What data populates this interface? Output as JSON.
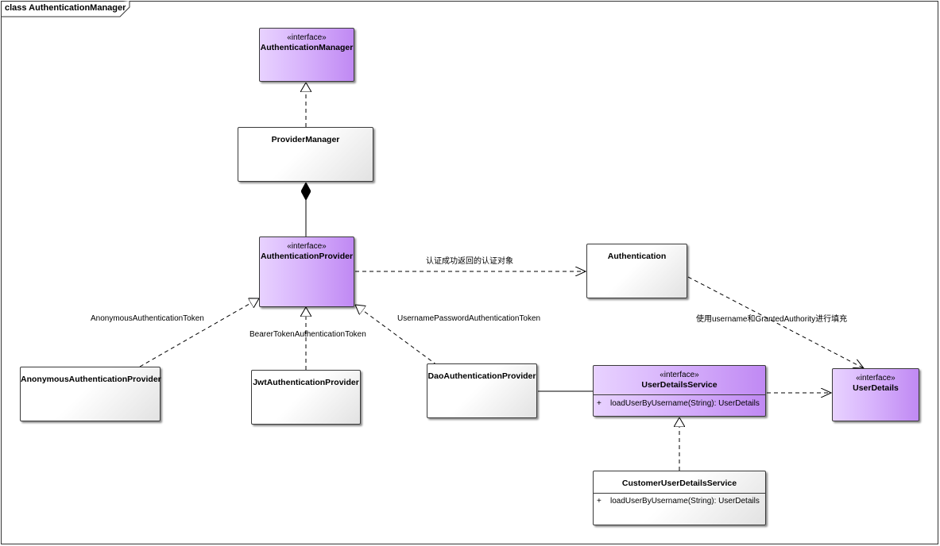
{
  "frame": {
    "label": "class AuthenticationManager"
  },
  "classes": {
    "authentication_manager": {
      "stereotype": "«interface»",
      "name": "AuthenticationManager"
    },
    "provider_manager": {
      "name": "ProviderManager"
    },
    "authentication_provider": {
      "stereotype": "«interface»",
      "name": "AuthenticationProvider"
    },
    "authentication": {
      "name": "Authentication"
    },
    "anonymous_provider": {
      "name": "AnonymousAuthenticationProvider"
    },
    "jwt_provider": {
      "name": "JwtAuthenticationProvider"
    },
    "dao_provider": {
      "name": "DaoAuthenticationProvider"
    },
    "user_details_service": {
      "stereotype": "«interface»",
      "name": "UserDetailsService",
      "operation": {
        "visibility": "+",
        "signature": "loadUserByUsername(String): UserDetails"
      }
    },
    "user_details": {
      "stereotype": "«interface»",
      "name": "UserDetails"
    },
    "customer_user_details_service": {
      "name": "CustomerUserDetailsService",
      "operation": {
        "visibility": "+",
        "signature": "loadUserByUsername(String): UserDetails"
      }
    }
  },
  "edge_labels": {
    "returns_auth": "认证成功返回的认证对象",
    "anonymous_token": "AnonymousAuthenticationToken",
    "bearer_token": "BearerTokenAuthenticationToken",
    "username_token": "UsernamePasswordAuthenticationToken",
    "fill_with": "使用username和GrantedAuthority进行填充"
  },
  "colors": {
    "interface_light": "#e8d2ff",
    "interface_dark": "#c089f3",
    "line": "#000000"
  }
}
